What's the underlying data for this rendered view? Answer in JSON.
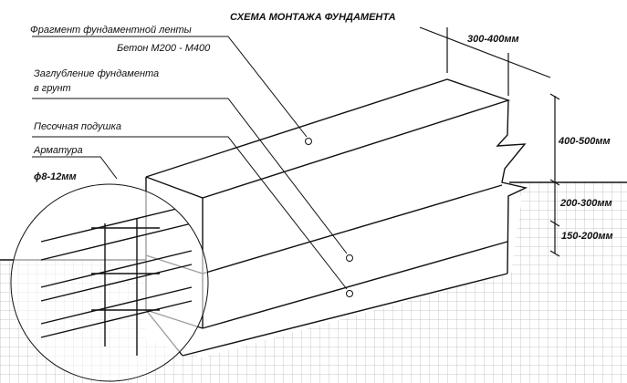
{
  "title": "СХЕМА МОНТАЖА ФУНДАМЕНТА",
  "labels": {
    "fragment": "Фрагмент фундаментной ленты",
    "concrete": "Бетон  М200 - М400",
    "depth_line1": "Заглубление фундамента",
    "depth_line2": "в грунт",
    "sand": "Песочная подушка",
    "rebar": "Арматура",
    "rebar_diameter": "ϕ8-12мм"
  },
  "dimensions": {
    "width": "300-400мм",
    "height_above": "400-500мм",
    "depth": "200-300мм",
    "sand_thickness": "150-200мм"
  },
  "colors": {
    "line": "#111111",
    "grid": "#c8c8c8"
  }
}
